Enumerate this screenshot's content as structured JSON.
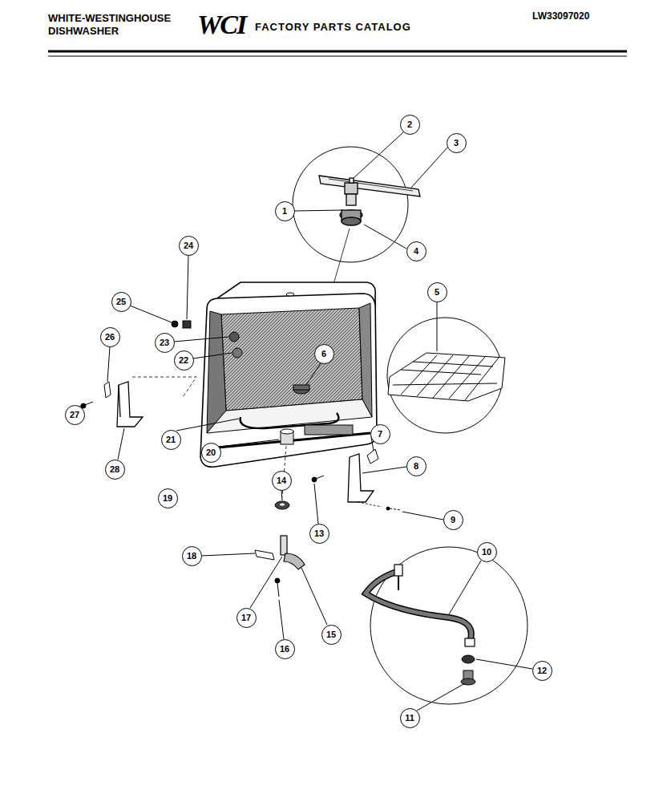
{
  "diagram": {
    "nodes": [
      {
        "text": [
          "1"
        ]
      },
      {
        "text": [
          "2"
        ]
      },
      {
        "text": [
          "3"
        ]
      },
      {
        "text": [
          "4"
        ]
      },
      {
        "text": [
          "5"
        ]
      },
      {
        "text": [
          "6"
        ]
      },
      {
        "text": [
          "7"
        ]
      },
      {
        "text": [
          "8"
        ]
      },
      {
        "text": [
          "9"
        ]
      },
      {
        "text": [
          "10"
        ]
      },
      {
        "text": [
          "11"
        ]
      },
      {
        "text": [
          "12"
        ]
      },
      {
        "text": [
          "13"
        ]
      },
      {
        "text": [
          "14"
        ]
      },
      {
        "text": [
          "15"
        ]
      },
      {
        "text": [
          "16"
        ]
      },
      {
        "text": [
          "17"
        ]
      },
      {
        "text": [
          "18"
        ]
      },
      {
        "text": [
          "19"
        ]
      },
      {
        "text": [
          "20"
        ]
      },
      {
        "text": [
          "21"
        ]
      },
      {
        "text": [
          "22"
        ]
      },
      {
        "text": [
          "23"
        ]
      },
      {
        "text": [
          "24"
        ]
      },
      {
        "text": [
          "25"
        ]
      },
      {
        "text": [
          "26"
        ]
      },
      {
        "text": [
          "27"
        ]
      },
      {
        "text": [
          "28"
        ]
      }
    ],
    "labels": [
      "WHITE-WESTINGHOUSE",
      "DISHWASHER",
      "WCI",
      "FACTORY PARTS CATALOG",
      "LW33097020"
    ]
  }
}
